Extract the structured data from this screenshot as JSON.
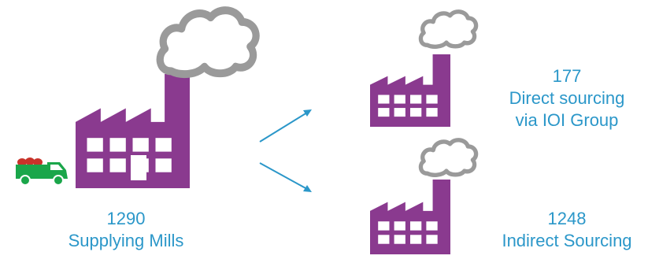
{
  "colors": {
    "factory": "#8a3a8f",
    "smoke_stroke": "#9a9a9a",
    "window": "#ffffff",
    "arrow": "#2b97c9",
    "text": "#2b97c9",
    "truck": "#1aa64a",
    "truck_load": "#c8332a"
  },
  "source": {
    "count": "1290",
    "label": "Supplying Mills"
  },
  "direct": {
    "count": "177",
    "label_line1": "Direct sourcing",
    "label_line2": "via IOI Group"
  },
  "indirect": {
    "count": "1248",
    "label": "Indirect Sourcing"
  },
  "icons": [
    "factory-icon",
    "smoke-cloud-icon",
    "truck-icon",
    "arrow-icon"
  ]
}
